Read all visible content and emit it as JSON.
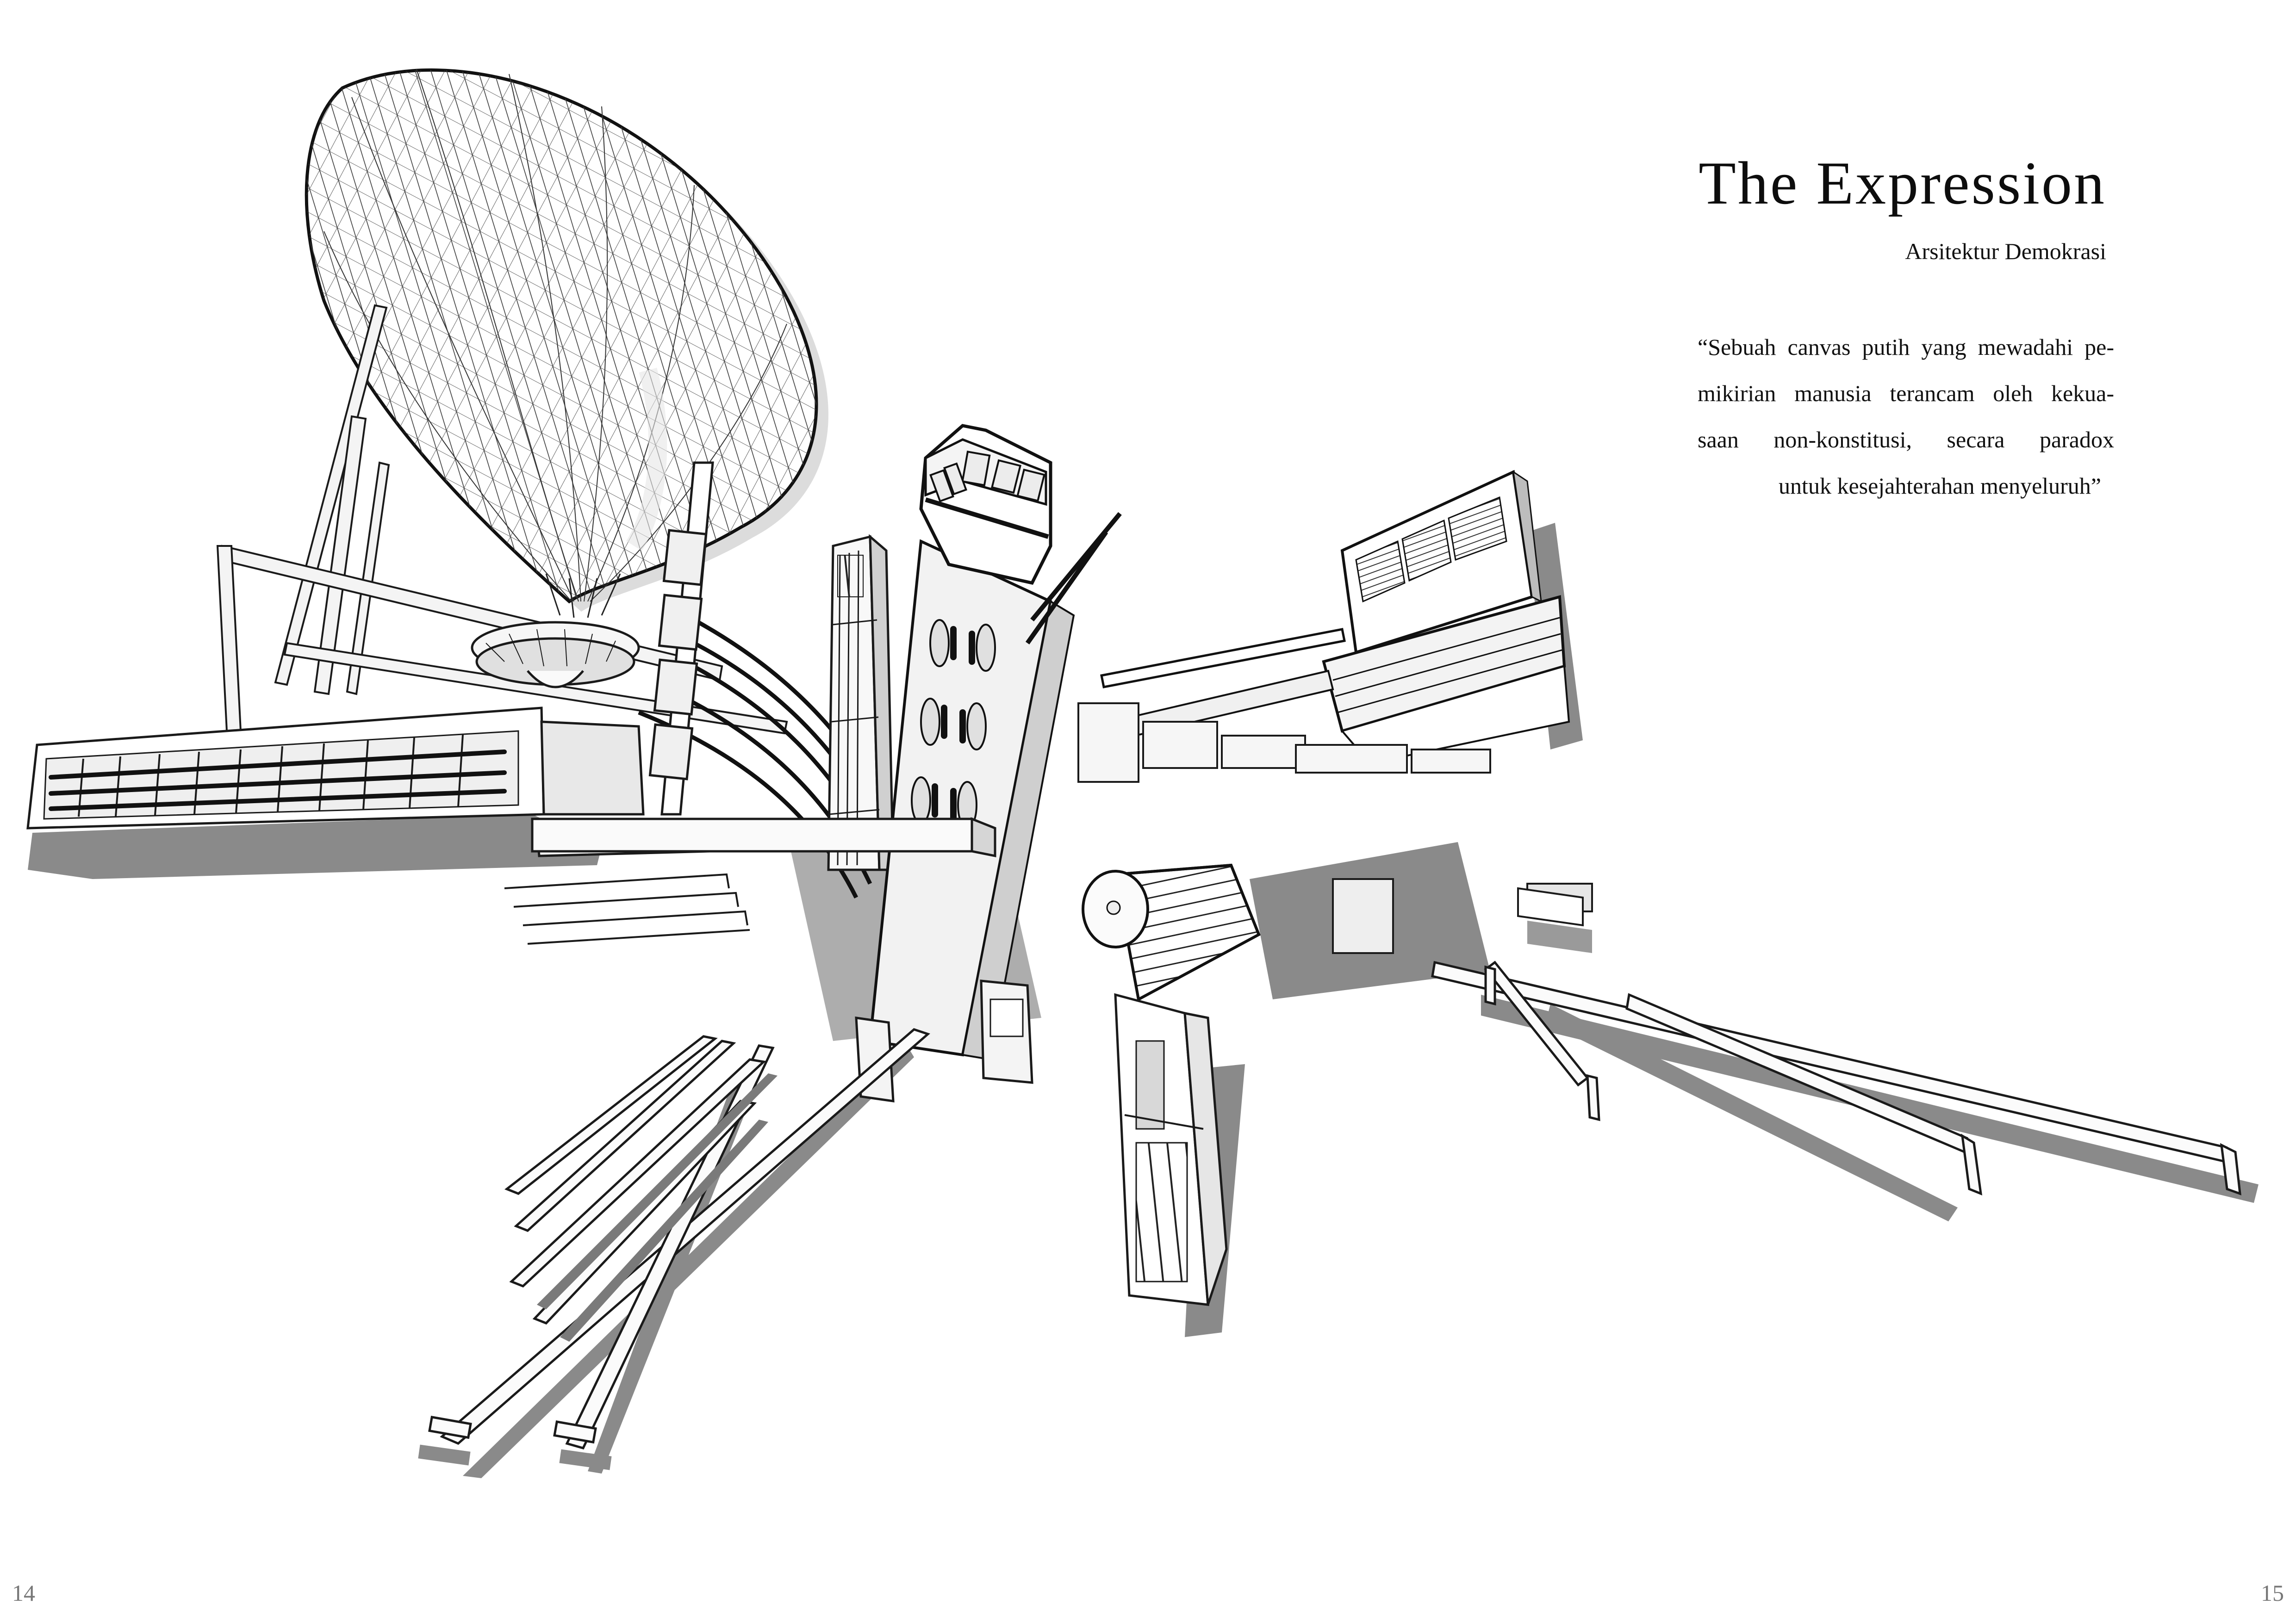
{
  "spread": {
    "pages": [
      "14",
      "15"
    ]
  },
  "header": {
    "title": "The Expression",
    "subtitle": "Arsitektur Demokrasi"
  },
  "quote": {
    "lines": [
      "“Sebuah canvas putih yang mewadahi pe-",
      "mikirian manusia terancam oleh kekua-",
      "saan non-konstitusi, secara paradox",
      "untuk kesejahterahan menyeluruh”"
    ]
  },
  "illustration": {
    "style": "axonometric line drawing, grayscale",
    "elements": [
      "faceted-balloon-envelope",
      "saucer-platform",
      "control-tower-cabin",
      "louvred-panel-building",
      "long-bay-block-with-screws",
      "ribbed-cylinder-drum",
      "caged-elevator-shaft",
      "slender-lattice-tower",
      "cantilever-rail-beams",
      "cast-shadows"
    ],
    "colors": {
      "line": "#1a1a1a",
      "fill_light": "#f2f2f2",
      "fill_mid": "#d9d9d9",
      "shadow": "#8a8a8a",
      "shadow_dark": "#6f6f6f",
      "background": "#ffffff"
    }
  }
}
